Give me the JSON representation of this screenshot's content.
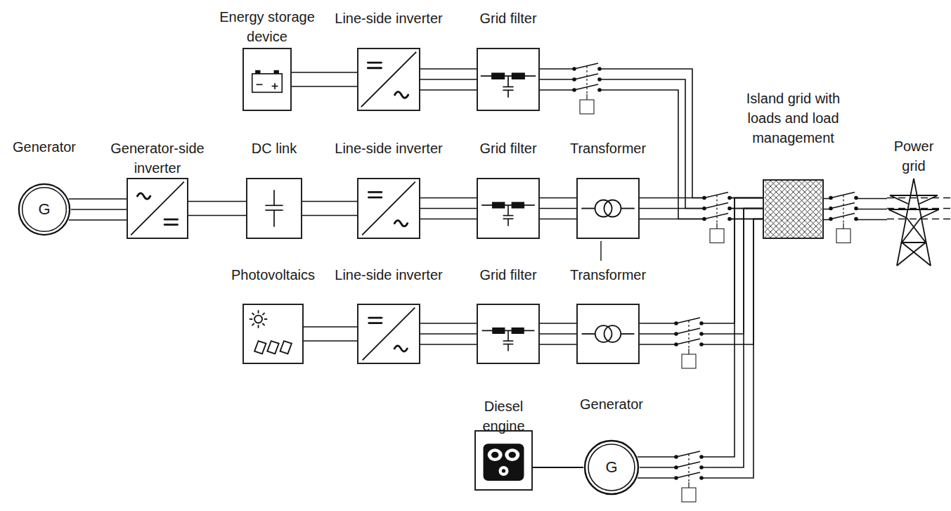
{
  "diagram": {
    "nodes": [
      {
        "text": [
          "Energy storage device"
        ]
      },
      {
        "text": [
          "Line-side inverter"
        ]
      },
      {
        "text": [
          "Grid filter"
        ]
      },
      {
        "text": [
          "Generator",
          "G"
        ]
      },
      {
        "text": [
          "Generator-side inverter"
        ]
      },
      {
        "text": [
          "DC link"
        ]
      },
      {
        "text": [
          "Line-side inverter"
        ]
      },
      {
        "text": [
          "Grid filter"
        ]
      },
      {
        "text": [
          "Transformer"
        ]
      },
      {
        "text": [
          "Island grid with loads and load management"
        ]
      },
      {
        "text": [
          "Power grid"
        ]
      },
      {
        "text": [
          "Photovoltaics"
        ]
      },
      {
        "text": [
          "Line-side inverter"
        ]
      },
      {
        "text": [
          "Grid filter"
        ]
      },
      {
        "text": [
          "Transformer"
        ]
      },
      {
        "text": [
          "Diesel engine"
        ]
      },
      {
        "text": [
          "Generator",
          "G"
        ]
      }
    ],
    "edges": [
      {
        "from": 0,
        "to": 1,
        "arrow": "none"
      },
      {
        "from": 1,
        "to": 2,
        "arrow": "none"
      },
      {
        "from": 2,
        "to": 9,
        "arrow": "none"
      },
      {
        "from": 3,
        "to": 4,
        "arrow": "none"
      },
      {
        "from": 4,
        "to": 5,
        "arrow": "none"
      },
      {
        "from": 5,
        "to": 6,
        "arrow": "none"
      },
      {
        "from": 6,
        "to": 7,
        "arrow": "none"
      },
      {
        "from": 7,
        "to": 8,
        "arrow": "none"
      },
      {
        "from": 8,
        "to": 9,
        "arrow": "none"
      },
      {
        "from": 9,
        "to": 10,
        "arrow": "none"
      },
      {
        "from": 11,
        "to": 12,
        "arrow": "none"
      },
      {
        "from": 12,
        "to": 13,
        "arrow": "none"
      },
      {
        "from": 13,
        "to": 14,
        "arrow": "none"
      },
      {
        "from": 14,
        "to": 9,
        "arrow": "none"
      },
      {
        "from": 15,
        "to": 16,
        "arrow": "none"
      },
      {
        "from": 16,
        "to": 9,
        "arrow": "none"
      }
    ]
  }
}
